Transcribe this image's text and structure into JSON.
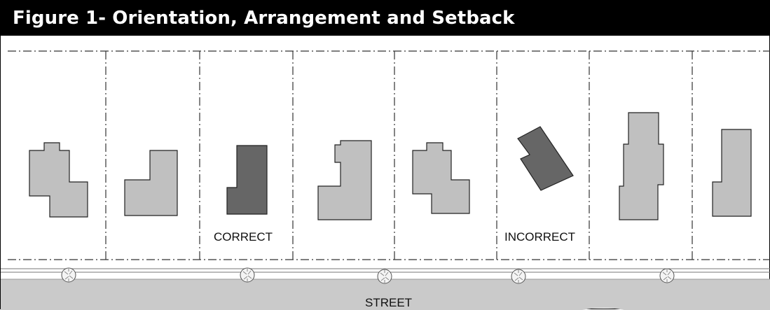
{
  "figure": {
    "title": "Figure 1- Orientation, Arrangement and Setback"
  },
  "labels": {
    "correct": "CORRECT",
    "incorrect": "INCORRECT",
    "street": "STREET"
  },
  "colors": {
    "title_bar": "#000000",
    "title_text": "#ffffff",
    "house_fill": "#c0c0c0",
    "highlight_fill": "#666666",
    "street_fill": "#c9c9c9"
  }
}
